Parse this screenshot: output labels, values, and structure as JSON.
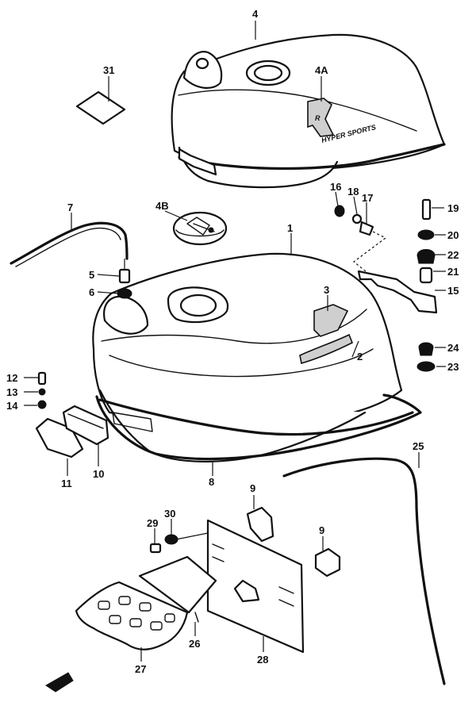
{
  "callouts": {
    "c1": "1",
    "c2": "2",
    "c3": "3",
    "c4": "4",
    "c4A": "4A",
    "c4B": "4B",
    "c5": "5",
    "c6": "6",
    "c7": "7",
    "c8": "8",
    "c9a": "9",
    "c9b": "9",
    "c10": "10",
    "c11": "11",
    "c12": "12",
    "c13": "13",
    "c14": "14",
    "c15": "15",
    "c16": "16",
    "c17": "17",
    "c18": "18",
    "c19": "19",
    "c20": "20",
    "c21": "21",
    "c22": "22",
    "c23": "23",
    "c24": "24",
    "c25": "25",
    "c26": "26",
    "c27": "27",
    "c28": "28",
    "c29": "29",
    "c30": "30",
    "c31": "31"
  },
  "decals": {
    "emblem_letter": "R",
    "cover_text": "HYPER SPORTS"
  }
}
